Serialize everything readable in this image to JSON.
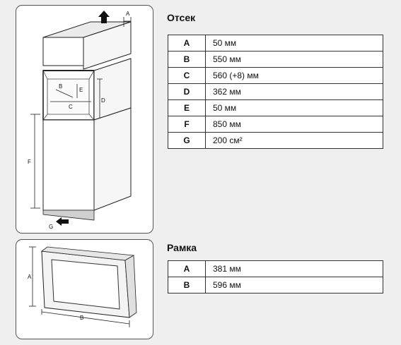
{
  "cabinet": {
    "title": "Отсек",
    "rows": [
      {
        "key": "A",
        "value": "50 мм"
      },
      {
        "key": "B",
        "value": "550 мм"
      },
      {
        "key": "C",
        "value": "560 (+8) мм"
      },
      {
        "key": "D",
        "value": "362 мм"
      },
      {
        "key": "E",
        "value": "50 мм"
      },
      {
        "key": "F",
        "value": "850 мм"
      },
      {
        "key": "G",
        "value": "200 см²"
      }
    ]
  },
  "frame": {
    "title": "Рамка",
    "rows": [
      {
        "key": "A",
        "value": "381 мм"
      },
      {
        "key": "B",
        "value": "596 мм"
      }
    ]
  },
  "diagram_labels": {
    "a": "A",
    "b": "B",
    "c": "C",
    "d": "D",
    "e": "E",
    "f": "F",
    "g": "G",
    "frame_a": "A",
    "frame_b": "B"
  }
}
